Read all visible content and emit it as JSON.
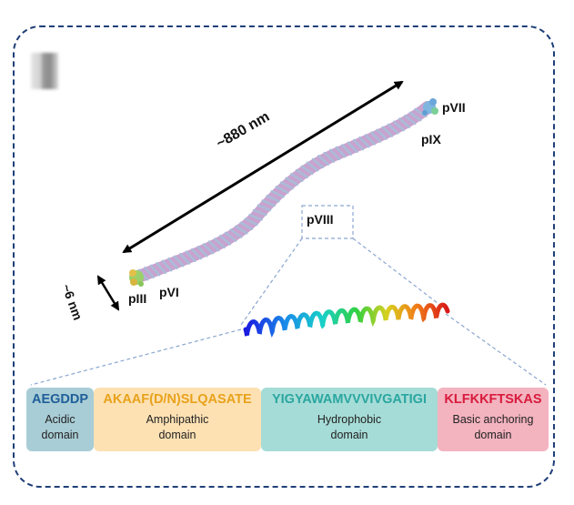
{
  "labels": {
    "length": "~880 nm",
    "width": "~6 nm",
    "pVII": "pVII",
    "pIX": "pIX",
    "pIII": "pIII",
    "pVI": "pVI",
    "pVIII": "pVIII"
  },
  "domains": [
    {
      "sequence": "AEGDDP",
      "name_line1": "Acidic",
      "name_line2": "domain",
      "seq_color": "#1f5f99",
      "bg_color": "#a9cdd6"
    },
    {
      "sequence": "AKAAF(D/N)SLQASATE",
      "name_line1": "Amphipathic",
      "name_line2": "domain",
      "seq_color": "#e8a21b",
      "bg_color": "#fde1b3"
    },
    {
      "sequence": "YIGYAWAMVVVIVGATIGI",
      "name_line1": "Hydrophobic",
      "name_line2": "domain",
      "seq_color": "#2aa6a0",
      "bg_color": "#a6dcd7"
    },
    {
      "sequence": "KLFKKFTSKAS",
      "name_line1": "Basic anchoring",
      "name_line2": "domain",
      "seq_color": "#d81b3c",
      "bg_color": "#f3b3bf"
    }
  ],
  "colors": {
    "frame": "#1f3f77",
    "guide_lines": "#8aa6cf",
    "phage_body": "#c8a3cf",
    "phage_stripes": "#a9bcd8"
  }
}
